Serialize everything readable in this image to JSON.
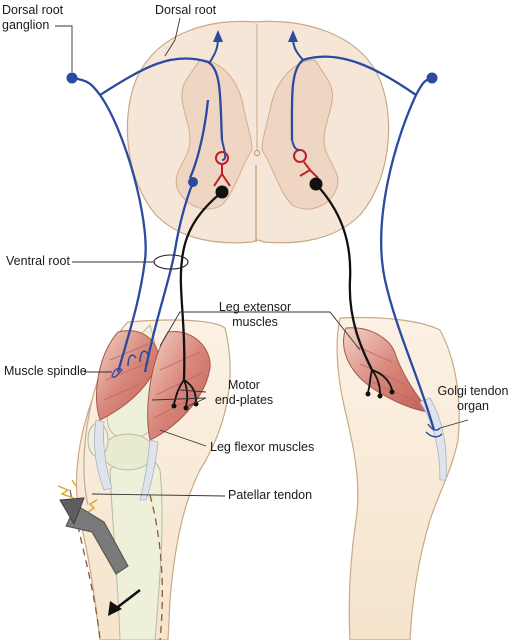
{
  "labels": {
    "dorsal_root_ganglion": [
      "Dorsal root",
      "ganglion"
    ],
    "dorsal_root": "Dorsal root",
    "ventral_root": "Ventral root",
    "leg_extensor_muscles": [
      "Leg extensor",
      "muscles"
    ],
    "muscle_spindle": "Muscle spindle",
    "motor_end_plates": [
      "Motor",
      "end-plates"
    ],
    "leg_flexor_muscles": "Leg flexor muscles",
    "golgi_tendon_organ": [
      "Golgi tendon",
      "organ"
    ],
    "patellar_tendon": "Patellar tendon"
  },
  "colors": {
    "sensory_neuron": "#2b4aa0",
    "interneuron": "#c0202a",
    "motor_neuron": "#111111",
    "cord_grey_matter": "#efd6c3",
    "cord_white_matter": "#f6e6d8",
    "skin": "#f7e9d3",
    "muscle": "#d8867a",
    "bone": "#eef0da",
    "tendon": "#dfe4ec",
    "hammer": "#7a7a7a"
  }
}
